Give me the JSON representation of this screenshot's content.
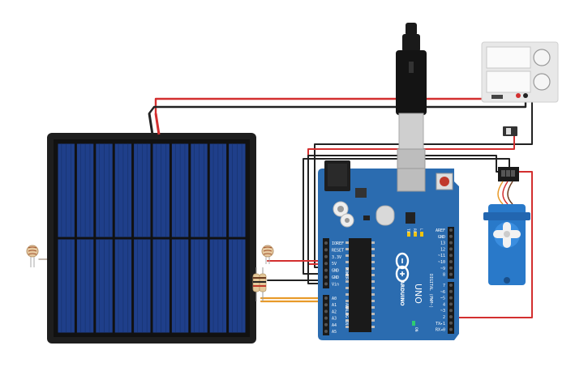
{
  "board": {
    "brand": "ARDUINO",
    "model": "UNO",
    "on_label": "ON",
    "tx_label": "TX",
    "rx_label": "RX",
    "l_label": "L",
    "power_header": "POWER",
    "analog_header": "ANALOG IN",
    "digital_header": "DIGITAL (PWM~)",
    "power_pins": [
      "IOREF",
      "RESET",
      "3.3V",
      "5V",
      "GND",
      "GND",
      "Vin"
    ],
    "analog_pins": [
      "A0",
      "A1",
      "A2",
      "A3",
      "A4",
      "A5"
    ],
    "digital_pins_top": [
      "AREF",
      "GND",
      "13",
      "12",
      "~11",
      "~10",
      "~9",
      "8"
    ],
    "digital_pins_bottom": [
      "7",
      "~6",
      "~5",
      "4",
      "~3",
      "2",
      "TX▸1",
      "RX◂0"
    ]
  },
  "colors": {
    "board": "#2b6cb0",
    "solar_frame": "#1e1e1e",
    "solar_cell": "#1f3f8a",
    "wire_red": "#d32f2f",
    "wire_black": "#222222",
    "wire_orange": "#e89a2a",
    "servo": "#2979c9",
    "psu": "#e8e8e8"
  },
  "components": {
    "solar_panel": "solar-panel",
    "ldr_left": "photoresistor-left",
    "ldr_right": "photoresistor-right",
    "resistors": "resistor-pair",
    "servo": "micro-servo",
    "power_supply": "bench-power-supply",
    "slide_switch": "slide-switch",
    "usb_cable": "usb-cable"
  }
}
